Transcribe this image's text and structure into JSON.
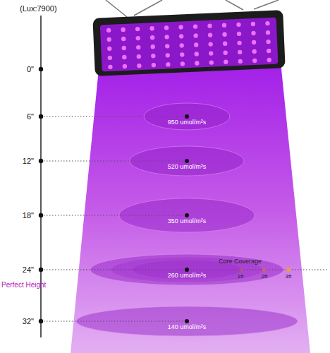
{
  "diagram": {
    "nodes": [
      {
        "text": [
          "950 umol/m²s"
        ]
      },
      {
        "text": [
          "520 umol/m²s"
        ]
      },
      {
        "text": [
          "350 umol/m²s"
        ]
      },
      {
        "text": [
          "260 umol/m²s"
        ]
      },
      {
        "text": [
          "140 umol/m²s"
        ]
      }
    ],
    "labels": [
      "(Lux:7900)",
      "0\"",
      "6\"",
      "12\"",
      "18\"",
      "24\"",
      "Perfect Height",
      "32\"",
      "Core Coverage",
      "1ft",
      "2ft",
      "3ft"
    ]
  }
}
